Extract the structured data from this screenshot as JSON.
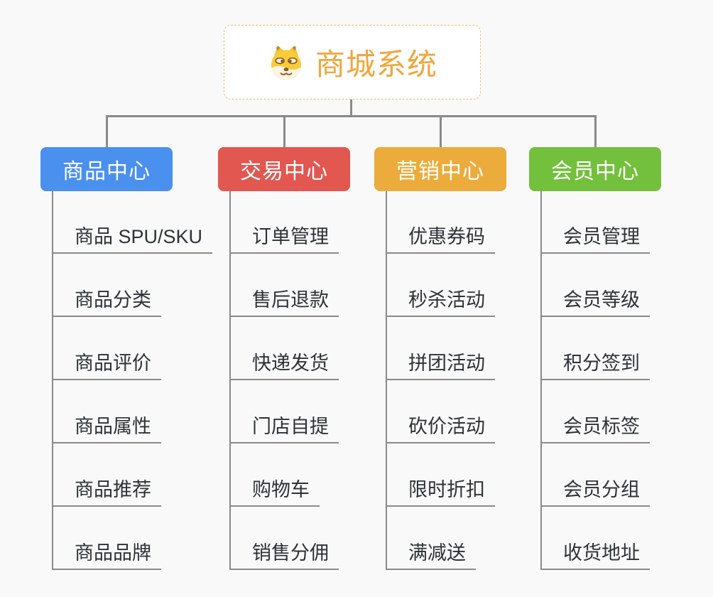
{
  "background": "#f9f9f9",
  "connector_color": "#8a8a8a",
  "item_text_color": "#2e3238",
  "root": {
    "title": "商城系统",
    "title_color": "#f0a63c",
    "border_color": "#f2be6e",
    "icon": "doge-icon"
  },
  "branches": [
    {
      "label": "商品中心",
      "color": "#4a90ee",
      "items": [
        "商品 SPU/SKU",
        "商品分类",
        "商品评价",
        "商品属性",
        "商品推荐",
        "商品品牌"
      ]
    },
    {
      "label": "交易中心",
      "color": "#e25750",
      "items": [
        "订单管理",
        "售后退款",
        "快递发货",
        "门店自提",
        "购物车",
        "销售分佣"
      ]
    },
    {
      "label": "营销中心",
      "color": "#ebac3c",
      "items": [
        "优惠券码",
        "秒杀活动",
        "拼团活动",
        "砍价活动",
        "限时折扣",
        "满减送"
      ]
    },
    {
      "label": "会员中心",
      "color": "#73c03c",
      "items": [
        "会员管理",
        "会员等级",
        "积分签到",
        "会员标签",
        "会员分组",
        "收货地址"
      ]
    }
  ]
}
